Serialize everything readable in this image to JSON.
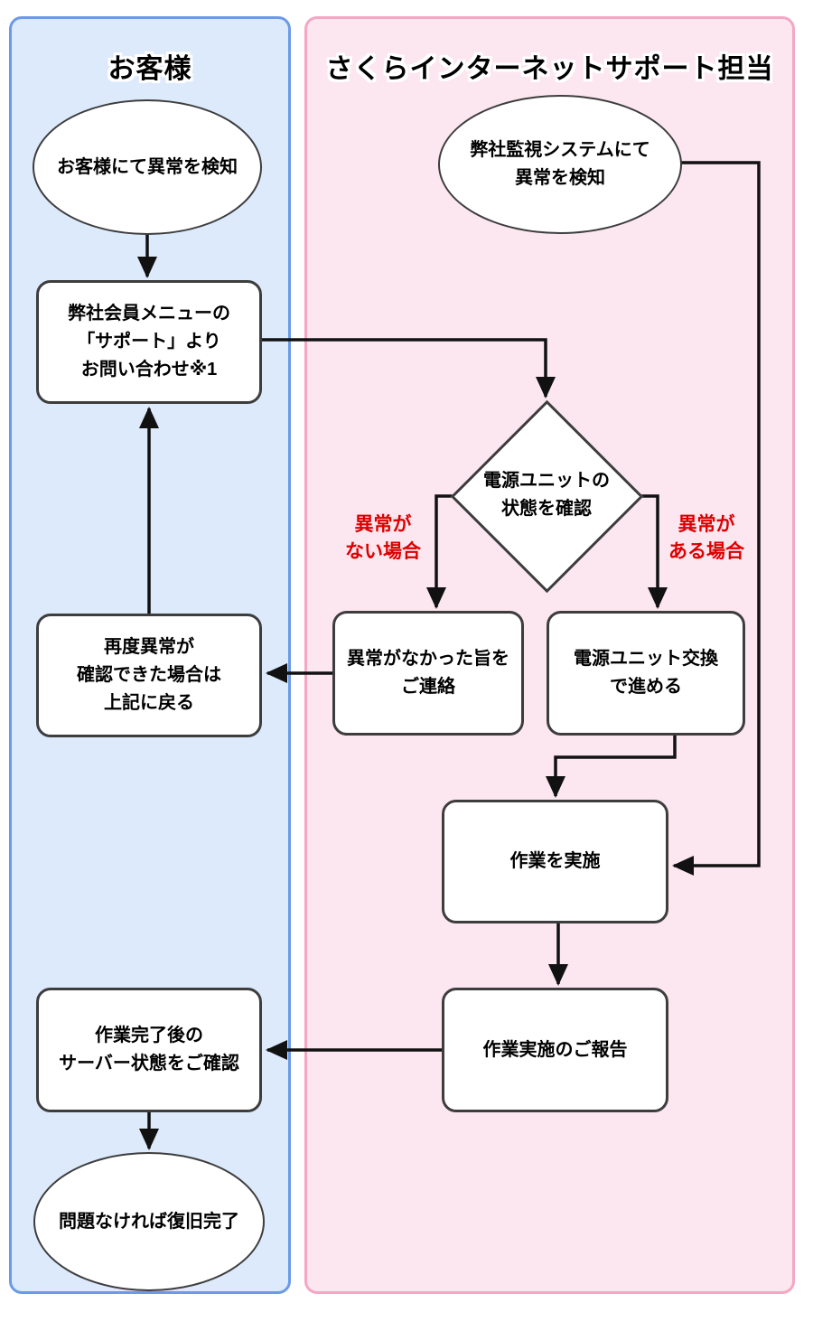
{
  "lanes": {
    "customer": {
      "label": "お客様"
    },
    "support": {
      "label": "さくらインターネットサポート担当"
    }
  },
  "nodes": {
    "customer_detect": {
      "l1": "お客様にて異常を検知"
    },
    "contact_support": {
      "l1": "弊社会員メニューの",
      "l2": "「サポート」より",
      "l3": "お問い合わせ※1"
    },
    "monitor_detect": {
      "l1": "弊社監視システムにて",
      "l2": "異常を検知"
    },
    "check_psu": {
      "l1": "電源ユニットの",
      "l2": "状態を確認"
    },
    "no_fault_notice": {
      "l1": "異常がなかった旨を",
      "l2": "ご連絡"
    },
    "psu_replace": {
      "l1": "電源ユニット交換",
      "l2": "で進める"
    },
    "recheck_return": {
      "l1": "再度異常が",
      "l2": "確認できた場合は",
      "l3": "上記に戻る"
    },
    "do_work": {
      "l1": "作業を実施"
    },
    "work_report": {
      "l1": "作業実施のご報告"
    },
    "confirm_server": {
      "l1": "作業完了後の",
      "l2": "サーバー状態をご確認"
    },
    "recovery_done": {
      "l1": "問題なければ復旧完了"
    }
  },
  "labels": {
    "no_fault": {
      "l1": "異常が",
      "l2": "ない場合"
    },
    "fault": {
      "l1": "異常が",
      "l2": "ある場合"
    }
  },
  "colors": {
    "customer_panel_bg": "#dceafb",
    "customer_panel_border": "#6b9ae8",
    "support_panel_bg": "#fce7f0",
    "support_panel_border": "#f4a7c3",
    "node_bg": "#ffffff",
    "node_border": "#3d3d3d",
    "edge": "#111111",
    "condition_label": "#dd0000"
  }
}
